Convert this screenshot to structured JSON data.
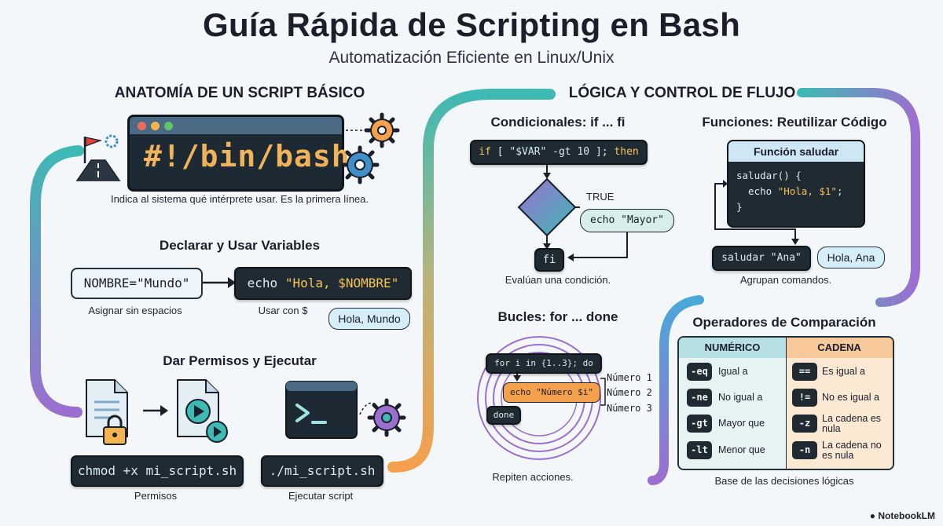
{
  "header": {
    "title": "Guía Rápida de Scripting en Bash",
    "subtitle": "Automatización Eficiente en Linux/Unix"
  },
  "left": {
    "section_title": "ANATOMÍA DE UN SCRIPT BÁSICO",
    "shebang": {
      "code": "#!/bin/bash",
      "caption": "Indica al sistema qué intérprete usar. Es la primera línea."
    },
    "variables": {
      "title": "Declarar y Usar Variables",
      "assign_code": "NOMBRE=\"Mundo\"",
      "assign_caption": "Asignar sin espacios",
      "use_code_prefix": "echo ",
      "use_code_string": "\"Hola, $NOMBRE\"",
      "use_caption": "Usar con $",
      "output": "Hola, Mundo"
    },
    "permissions": {
      "title": "Dar Permisos y Ejecutar",
      "chmod_code": "chmod +x mi_script.sh",
      "chmod_caption": "Permisos",
      "run_code": "./mi_script.sh",
      "run_caption": "Ejecutar script"
    }
  },
  "right": {
    "section_title": "LÓGICA Y CONTROL DE FLUJO",
    "conditionals": {
      "title": "Condicionales: if ... fi",
      "code_if": "if",
      "code_cond": " [ \"$VAR\" -gt 10 ]; ",
      "code_then": "then",
      "true_label": "TRUE",
      "echo_code": "echo \"Mayor\"",
      "fi_code": "fi",
      "caption": "Evalúan una condición."
    },
    "functions": {
      "title": "Funciones: Reutilizar Código",
      "window_title": "Función saludar",
      "code_line1": "saludar() {",
      "code_line2_prefix": "  echo ",
      "code_line2_string": "\"Hola, $1\"",
      "code_line2_suffix": ";",
      "code_line3": "}",
      "call_code": "saludar \"Ana\"",
      "output": "Hola, Ana",
      "caption": "Agrupan comandos."
    },
    "loops": {
      "title": "Bucles: for ... done",
      "for_code": "for i in {1..3}; do",
      "echo_code": "echo \"Número $i\"",
      "done_code": "done",
      "outputs": [
        "Número 1",
        "Número 2",
        "Número 3"
      ],
      "caption": "Repiten acciones."
    },
    "operators": {
      "title": "Operadores de Comparación",
      "numeric_header": "NUMÉRICO",
      "string_header": "CADENA",
      "numeric": [
        {
          "op": "-eq",
          "label": "Igual a"
        },
        {
          "op": "-ne",
          "label": "No igual a"
        },
        {
          "op": "-gt",
          "label": "Mayor que"
        },
        {
          "op": "-lt",
          "label": "Menor que"
        }
      ],
      "string": [
        {
          "op": "==",
          "label": "Es igual a"
        },
        {
          "op": "!=",
          "label": "No es igual a"
        },
        {
          "op": "-z",
          "label": "La cadena es nula"
        },
        {
          "op": "-n",
          "label": "La cadena no es nula"
        }
      ],
      "caption": "Base de las decisiones lógicas"
    }
  },
  "footer": {
    "brand": "NotebookLM"
  },
  "colors": {
    "teal": "#3fb9b4",
    "purple": "#9b6fd0",
    "orange": "#f4a04d",
    "dark": "#1f2a33",
    "background": "#f4f7f9"
  },
  "icons": [
    "flag-icon",
    "road-icon",
    "gear-icon",
    "document-icon",
    "lock-icon",
    "play-icon",
    "terminal-icon",
    "diamond-decision-icon"
  ]
}
